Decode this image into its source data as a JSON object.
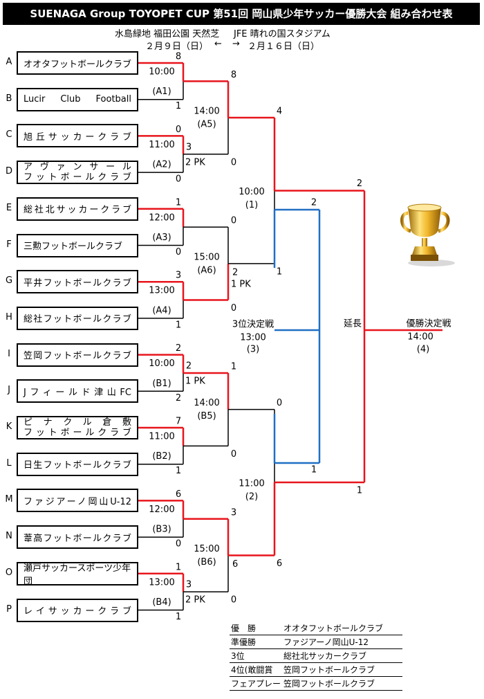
{
  "title": "SUENAGA Group TOYOPET CUP 第51回 岡山県少年サッカー優勝大会 組み合わせ表",
  "venue_left": {
    "name": "水島緑地 福田公園 天然芝",
    "date": "２月９日（日）",
    "arrow": "←"
  },
  "venue_right": {
    "name": "JFE 晴れの国スタジアム",
    "date": "２月１６日（日）",
    "arrow": "→"
  },
  "teams": [
    {
      "letter": "A",
      "name": "オオタフットボールクラブ",
      "style": "normal"
    },
    {
      "letter": "B",
      "name": "Lucir Club Football",
      "style": "spread"
    },
    {
      "letter": "C",
      "name": "旭丘サッカークラブ",
      "style": "spread"
    },
    {
      "letter": "D",
      "name": "アヴァンサール",
      "name2": "フットボールクラブ",
      "style": "two"
    },
    {
      "letter": "E",
      "name": "総社北サッカークラブ",
      "style": "spread"
    },
    {
      "letter": "F",
      "name": "三勲フットボールクラブ",
      "style": "normal"
    },
    {
      "letter": "G",
      "name": "平井フットボールクラブ",
      "style": "spread"
    },
    {
      "letter": "H",
      "name": "総社フットボールクラブ",
      "style": "spread"
    },
    {
      "letter": "I",
      "name": "笠岡フットボールクラブ",
      "style": "spread"
    },
    {
      "letter": "J",
      "name": "Jフィールド津山FC",
      "style": "spread"
    },
    {
      "letter": "K",
      "name": "ピナクル倉敷",
      "name2": "フットボールクラブ",
      "style": "two"
    },
    {
      "letter": "L",
      "name": "日生フットボールクラブ",
      "style": "spread"
    },
    {
      "letter": "M",
      "name": "ファジアーノ岡山U-12",
      "style": "spread"
    },
    {
      "letter": "N",
      "name": "葦高フットボールクラブ",
      "style": "spread"
    },
    {
      "letter": "O",
      "name": "瀬戸サッカースポーツ少年団",
      "style": "normal"
    },
    {
      "letter": "P",
      "name": "レイサッカークラブ",
      "style": "spread"
    }
  ],
  "round1": [
    {
      "code": "(A1)",
      "time": "10:00",
      "top_score": "8",
      "bottom_score": "1",
      "pk": "",
      "winner": "top"
    },
    {
      "code": "(A2)",
      "time": "11:00",
      "top_score": "0",
      "bottom_score": "0",
      "top_extra": "3",
      "pk": "2 PK",
      "winner": "top"
    },
    {
      "code": "(A3)",
      "time": "12:00",
      "top_score": "1",
      "bottom_score": "0",
      "pk": "",
      "winner": "top"
    },
    {
      "code": "(A4)",
      "time": "13:00",
      "top_score": "3",
      "bottom_score": "1",
      "pk": "",
      "winner": "top"
    },
    {
      "code": "(B1)",
      "time": "10:00",
      "top_score": "2",
      "bottom_score": "2",
      "top_extra": "2",
      "pk": "1 PK",
      "winner": "top"
    },
    {
      "code": "(B2)",
      "time": "11:00",
      "top_score": "7",
      "bottom_score": "1",
      "pk": "",
      "winner": "top"
    },
    {
      "code": "(B3)",
      "time": "12:00",
      "top_score": "6",
      "bottom_score": "0",
      "pk": "",
      "winner": "top"
    },
    {
      "code": "(B4)",
      "time": "13:00",
      "top_score": "1",
      "bottom_score": "1",
      "top_extra": "3",
      "pk": "2 PK",
      "winner": "top"
    }
  ],
  "round2": [
    {
      "code": "(A5)",
      "time": "14:00",
      "top_score": "8",
      "bottom_score": "0",
      "pk": "",
      "winner": "top"
    },
    {
      "code": "(A6)",
      "time": "15:00",
      "top_score": "0",
      "bottom_score": "0",
      "top_extra": "2",
      "pk": "1 PK",
      "winner": "bottom"
    },
    {
      "code": "(B5)",
      "time": "14:00",
      "top_score": "1",
      "bottom_score": "0",
      "pk": "",
      "winner": "top"
    },
    {
      "code": "(B6)",
      "time": "15:00",
      "top_score": "3",
      "bottom_score": "0",
      "top_extra": "6",
      "pk": "",
      "winner": "top"
    }
  ],
  "semis": [
    {
      "code": "(1)",
      "time": "10:00",
      "top_score": "4",
      "bottom_score": "1",
      "winner": "top"
    },
    {
      "code": "(2)",
      "time": "11:00",
      "top_score": "0",
      "bottom_score": "6",
      "winner": "bottom"
    }
  ],
  "third_place": {
    "label": "3位決定戦",
    "time": "13:00",
    "code": "(3)",
    "top_score": "2",
    "bottom_score": "1"
  },
  "final": {
    "label": "優勝決定戦",
    "time": "14:00",
    "code": "(4)",
    "top_score": "2",
    "bottom_score": "1",
    "extra": "延長"
  },
  "results": [
    {
      "label": "優　勝",
      "team": "オオタフットボールクラブ"
    },
    {
      "label": "準優勝",
      "team": "ファジアーノ岡山U-12"
    },
    {
      "label": "3位",
      "team": "総社北サッカークラブ"
    },
    {
      "label": "4位(敢闘賞",
      "team": "笠岡フットボールクラブ"
    },
    {
      "label": "フェアプレー",
      "team": "笠岡フットボールクラブ"
    }
  ],
  "colors": {
    "winner_line": "#e8141c",
    "third_line": "#1f6fc4",
    "line": "#000000"
  },
  "trophy_icon": "trophy-icon"
}
